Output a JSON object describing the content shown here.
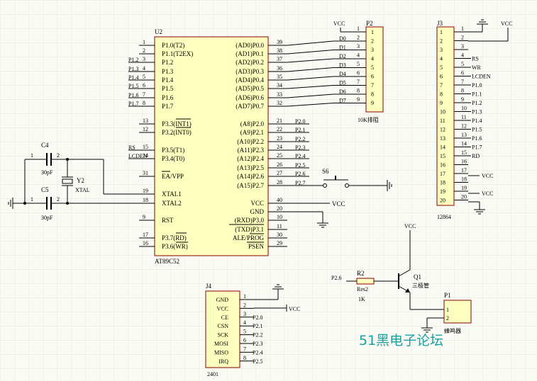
{
  "colors": {
    "background": "#fbfbf5",
    "grid": "#e6e6dc",
    "component_fill": "#ffffc0",
    "component_border": "#8b0000",
    "watermark": "#1aa0a0"
  },
  "u2": {
    "ref": "U2",
    "part": "AT89C52",
    "left_pins": [
      {
        "num": "1",
        "name": "P1.0(T2)",
        "net": ""
      },
      {
        "num": "2",
        "name": "P1.1(T2EX)",
        "net": ""
      },
      {
        "num": "3",
        "name": "P1.2",
        "net": "P1.2"
      },
      {
        "num": "4",
        "name": "P1.3",
        "net": "P1.3"
      },
      {
        "num": "5",
        "name": "P1.4",
        "net": "P1.4"
      },
      {
        "num": "6",
        "name": "P1.5",
        "net": "P1.5"
      },
      {
        "num": "7",
        "name": "P1.6",
        "net": "P1.6"
      },
      {
        "num": "8",
        "name": "P1.7",
        "net": "P1.7"
      },
      {
        "num": "13",
        "name": "P3.3(INT1)",
        "net": ""
      },
      {
        "num": "12",
        "name": "P3.2(INT0)",
        "net": ""
      },
      {
        "num": "15",
        "name": "P3.5(T1)",
        "net": "RS"
      },
      {
        "num": "14",
        "name": "P3.4(T0)",
        "net": "LCDEN"
      },
      {
        "num": "31",
        "name": "EA/VPP",
        "net": ""
      },
      {
        "num": "19",
        "name": "XTAL1",
        "net": ""
      },
      {
        "num": "18",
        "name": "XTAL2",
        "net": ""
      },
      {
        "num": "9",
        "name": "RST",
        "net": ""
      },
      {
        "num": "17",
        "name": "P3.7(RD)",
        "net": ""
      },
      {
        "num": "16",
        "name": "P3.6(WR)",
        "net": ""
      }
    ],
    "right_pins": [
      {
        "num": "39",
        "name": "(AD0)P0.0",
        "net": "D0"
      },
      {
        "num": "38",
        "name": "(AD1)P0.1",
        "net": "D1"
      },
      {
        "num": "37",
        "name": "(AD2)P0.2",
        "net": "D2"
      },
      {
        "num": "36",
        "name": "(AD3)P0.3",
        "net": "D3"
      },
      {
        "num": "35",
        "name": "(AD4)P0.4",
        "net": "D4"
      },
      {
        "num": "34",
        "name": "(AD5)P0.5",
        "net": "D5"
      },
      {
        "num": "33",
        "name": "(AD6)P0.6",
        "net": "D6"
      },
      {
        "num": "32",
        "name": "(AD7)P0.7",
        "net": "D7"
      },
      {
        "num": "21",
        "name": "(A8)P2.0",
        "net": "P2.0"
      },
      {
        "num": "22",
        "name": "(A9)P2.1",
        "net": "P2.1"
      },
      {
        "num": "23",
        "name": "(A10)P2.2",
        "net": "P2.2"
      },
      {
        "num": "24",
        "name": "(A11)P2.3",
        "net": "P2.3"
      },
      {
        "num": "25",
        "name": "(A12)P2.4",
        "net": "P2.4"
      },
      {
        "num": "26",
        "name": "(A13)P2.5",
        "net": "P2.5"
      },
      {
        "num": "27",
        "name": "(A14)P2.6",
        "net": "P2.6"
      },
      {
        "num": "28",
        "name": "(A15)P2.7",
        "net": "P2.7"
      },
      {
        "num": "40",
        "name": "VCC",
        "net": "VCC"
      },
      {
        "num": "20",
        "name": "GND",
        "net": ""
      },
      {
        "num": "10",
        "name": "(RXD)P3.0",
        "net": ""
      },
      {
        "num": "11",
        "name": "(TXD)P3.1",
        "net": ""
      },
      {
        "num": "30",
        "name": "ALE/PROG",
        "net": ""
      },
      {
        "num": "29",
        "name": "PSEN",
        "net": ""
      }
    ]
  },
  "p2": {
    "ref": "P2",
    "label": "10K排阻",
    "vcc": "VCC",
    "pins": [
      "1",
      "2",
      "3",
      "4",
      "5",
      "6",
      "7",
      "8",
      "9"
    ]
  },
  "j3": {
    "ref": "J3",
    "part": "12864",
    "vcc1": "VCC",
    "vcc2": "VCC",
    "vcc3": "VCC",
    "pins": [
      "1",
      "2",
      "3",
      "4",
      "5",
      "6",
      "7",
      "8",
      "9",
      "10",
      "11",
      "12",
      "13",
      "14",
      "15",
      "16",
      "17",
      "18",
      "19",
      "20"
    ],
    "nets": [
      "",
      "",
      "",
      "RS",
      "WR",
      "LCDEN",
      "P1.0",
      "P1.1",
      "P1.2",
      "P1.3",
      "P1.4",
      "P1.5",
      "P1.6",
      "P1.7",
      "RD",
      "",
      "",
      "",
      "",
      ""
    ]
  },
  "j4": {
    "ref": "J4",
    "part": "2401",
    "vcc": "VCC",
    "pins": [
      {
        "num": "1",
        "name": "GND",
        "net": ""
      },
      {
        "num": "2",
        "name": "VCC",
        "net": ""
      },
      {
        "num": "3",
        "name": "CE",
        "net": "P2.0"
      },
      {
        "num": "4",
        "name": "CSN",
        "net": "P2.1"
      },
      {
        "num": "5",
        "name": "SCK",
        "net": "P2.2"
      },
      {
        "num": "6",
        "name": "MOSI",
        "net": "P2.3"
      },
      {
        "num": "7",
        "name": "MISO",
        "net": "P2.4"
      },
      {
        "num": "8",
        "name": "IRQ",
        "net": "P2.5"
      }
    ]
  },
  "crystal": {
    "c4_ref": "C4",
    "c4_val": "30pF",
    "c5_ref": "C5",
    "c5_val": "30pF",
    "y_ref": "Y2",
    "y_val": "XTAL",
    "pin1": "1",
    "pin2": "2"
  },
  "switch": {
    "ref": "S6"
  },
  "buzzer_circuit": {
    "net_in": "P2.6",
    "r_ref": "R2",
    "r_name": "Res2",
    "r_val": "1K",
    "q_ref": "Q1",
    "q_name": "三极管",
    "vcc": "VCC",
    "buzzer_ref": "P1",
    "buzzer_name": "蜂鸣器",
    "pin1": "1",
    "pin2": "2"
  },
  "watermark": "51黑电子论坛"
}
